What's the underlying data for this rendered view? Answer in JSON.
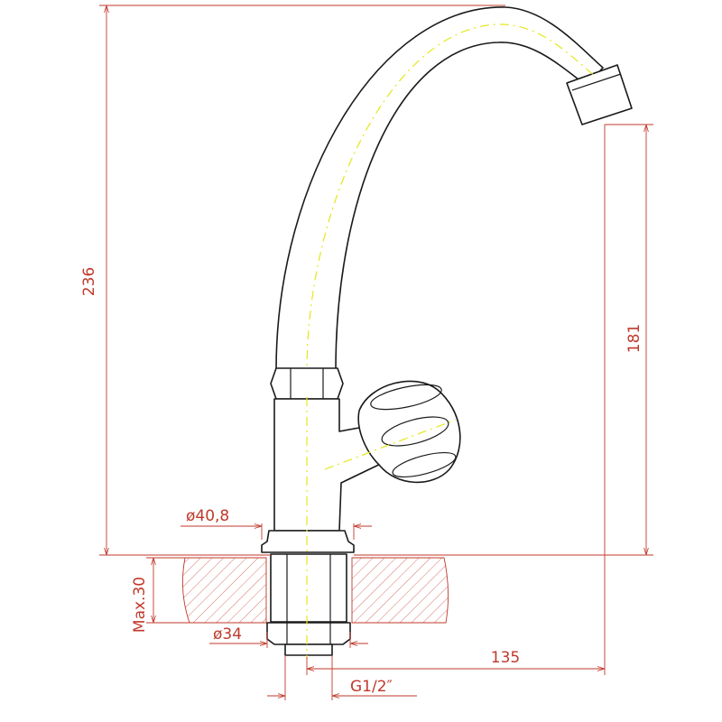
{
  "dimensions": {
    "total_height": "236",
    "spout_height": "181",
    "base_diameter": "ø40,8",
    "max_counter_thickness": "Max.30",
    "nut_diameter": "ø34",
    "spout_reach": "135",
    "thread": "G1/2″"
  },
  "colors": {
    "dimension_lines": "#c0392b",
    "outline": "#1a1a1a",
    "centerline": "#e6e61a",
    "hatch": "#c0392b"
  }
}
